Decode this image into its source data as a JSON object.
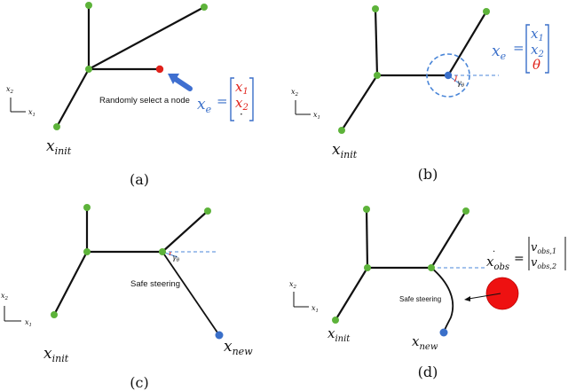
{
  "panels": {
    "a": {
      "caption": "(a)",
      "annotation": "Randomly select a node",
      "x_e_label": "x",
      "x_e_sub": "e",
      "vector": [
        "x",
        "x",
        "·"
      ],
      "vector_subs": [
        "1",
        "2",
        ""
      ],
      "x_init_label": "x",
      "x_init_sub": "init",
      "axis_x": "x",
      "axis_x_sub": "1",
      "axis_y": "x",
      "axis_y_sub": "2",
      "equals": "="
    },
    "b": {
      "caption": "(b)",
      "x_e_label": "x",
      "x_e_sub": "e",
      "vector": [
        "x",
        "x",
        "θ"
      ],
      "vector_subs": [
        "1",
        "2",
        ""
      ],
      "angle_label": "γ",
      "angle_sub": "θ",
      "x_init_label": "x",
      "x_init_sub": "init",
      "axis_x": "x",
      "axis_x_sub": "1",
      "axis_y": "x",
      "axis_y_sub": "2",
      "equals": "="
    },
    "c": {
      "caption": "(c)",
      "annotation": "Safe steering",
      "angle_label": "γ",
      "angle_sub": "θ",
      "x_init_label": "x",
      "x_init_sub": "init",
      "x_new_label": "x",
      "x_new_sub": "new",
      "axis_x": "x",
      "axis_x_sub": "1",
      "axis_y": "x",
      "axis_y_sub": "2"
    },
    "d": {
      "caption": "(d)",
      "annotation": "Safe steering",
      "x_obs_label": "x",
      "x_obs_sub": "obs",
      "vector": [
        "v",
        "v"
      ],
      "vector_subs": [
        "obs,1",
        "obs,2"
      ],
      "x_init_label": "x",
      "x_init_sub": "init",
      "x_new_label": "x",
      "x_new_sub": "new",
      "axis_x": "x",
      "axis_x_sub": "1",
      "axis_y": "x",
      "axis_y_sub": "2",
      "equals": "="
    }
  },
  "colors": {
    "node_green": "#5db33a",
    "node_red": "#e0221b",
    "node_blue": "#3a6fc9",
    "text_blue": "#3a6fc9",
    "text_red": "#e0221b",
    "arrow_blue": "#3f6fd0",
    "obstacle_red": "#ee1111",
    "dash_blue": "#4a86d8",
    "edge_black": "#111111"
  }
}
